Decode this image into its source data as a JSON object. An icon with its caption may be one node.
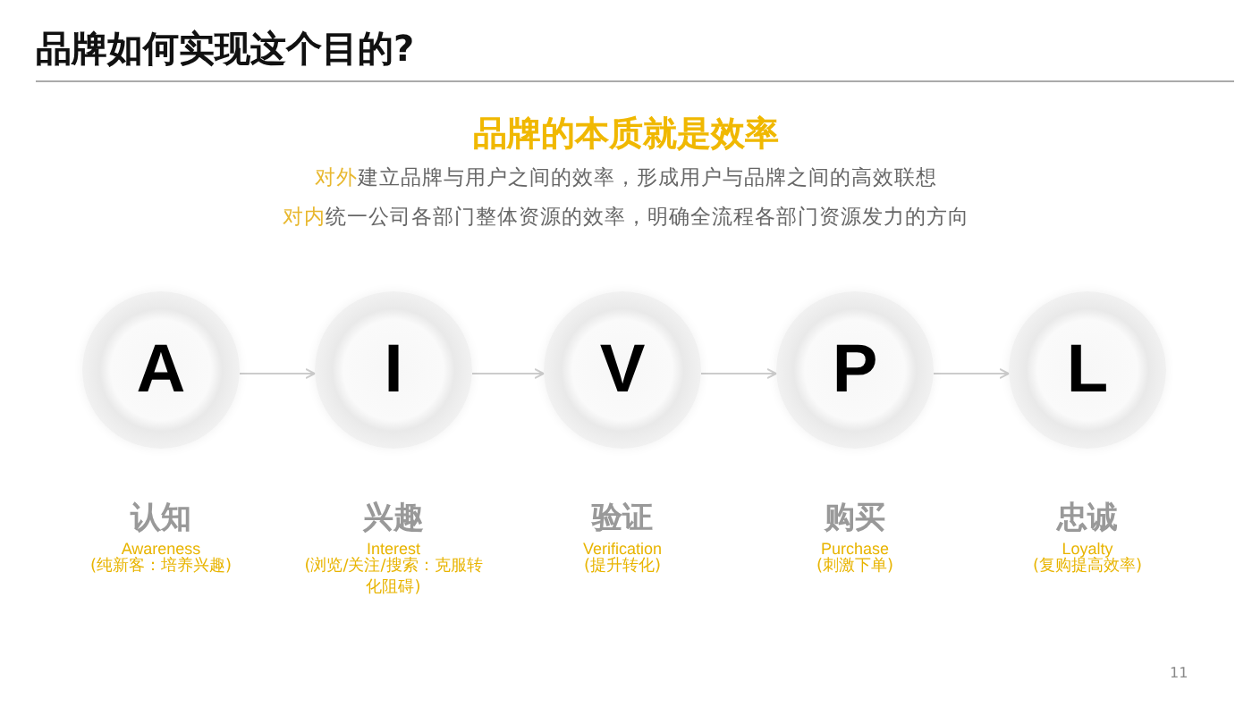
{
  "diagram": {
    "title": "品牌如何实现这个目的?",
    "nodes": [
      {
        "text": [
          "A"
        ],
        "beside": [
          "认知",
          "Awareness",
          "(纯新客：培养兴趣)"
        ]
      },
      {
        "text": [
          "I"
        ],
        "beside": [
          "兴趣",
          "Interest",
          "(浏览/关注/搜索：克服转化阻碍)"
        ]
      },
      {
        "text": [
          "V"
        ],
        "beside": [
          "验证",
          "Verification",
          "(提升转化)"
        ]
      },
      {
        "text": [
          "P"
        ],
        "beside": [
          "购买",
          "Purchase",
          "(刺激下单)"
        ]
      },
      {
        "text": [
          "L"
        ],
        "beside": [
          "忠诚",
          "Loyalty",
          "(复购提高效率)"
        ]
      }
    ],
    "edges": [
      {
        "from": 0,
        "to": 1,
        "arrow": "to"
      },
      {
        "from": 1,
        "to": 2,
        "arrow": "to"
      },
      {
        "from": 2,
        "to": 3,
        "arrow": "to"
      },
      {
        "from": 3,
        "to": 4,
        "arrow": "to"
      }
    ],
    "labels": [
      "品牌的本质就是效率",
      "对外",
      "建立品牌与用户之间的效率，形成用户与品牌之间的高效联想",
      "对内",
      "统一公司各部门整体资源的效率，明确全流程各部门资源发力的方向",
      "11"
    ]
  }
}
